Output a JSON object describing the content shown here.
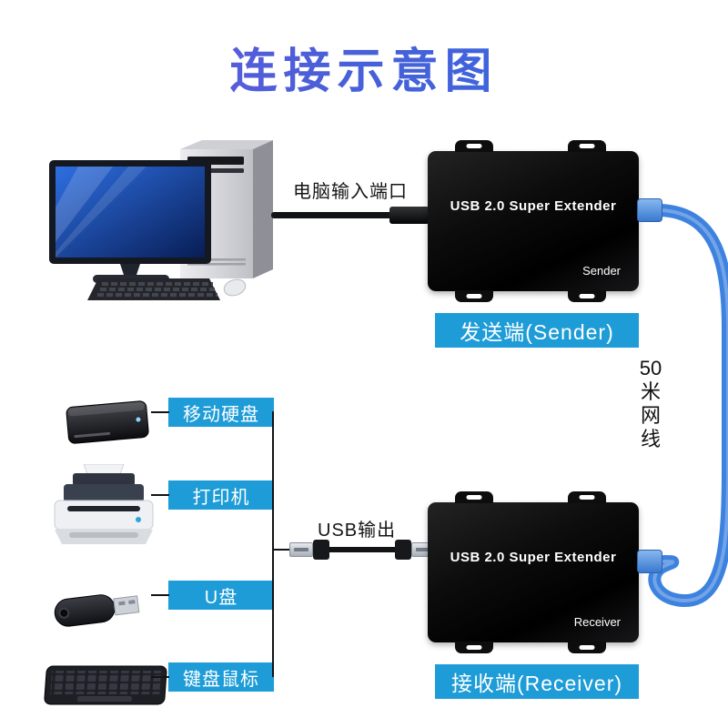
{
  "title": "连接示意图",
  "sender": {
    "cable_label": "电脑输入端口",
    "device_name": "USB 2.0  Super Extender",
    "device_role": "Sender",
    "banner": "发送端(Sender)"
  },
  "receiver": {
    "cable_label": "USB输出",
    "device_name": "USB 2.0  Super Extender",
    "device_role": "Receiver",
    "banner": "接收端(Receiver)"
  },
  "cable_note_lines": [
    "50",
    "米",
    "网",
    "线"
  ],
  "peripherals": [
    {
      "label": "移动硬盘"
    },
    {
      "label": "打印机"
    },
    {
      "label": "U盘"
    },
    {
      "label": "键盘鼠标"
    }
  ],
  "colors": {
    "title_gradient_start": "#7157de",
    "title_gradient_end": "#2e6be3",
    "banner_bg": "#1e9cd7",
    "ethernet_cable_blue": "#3d82de",
    "device_black": "#0c0c0d"
  }
}
